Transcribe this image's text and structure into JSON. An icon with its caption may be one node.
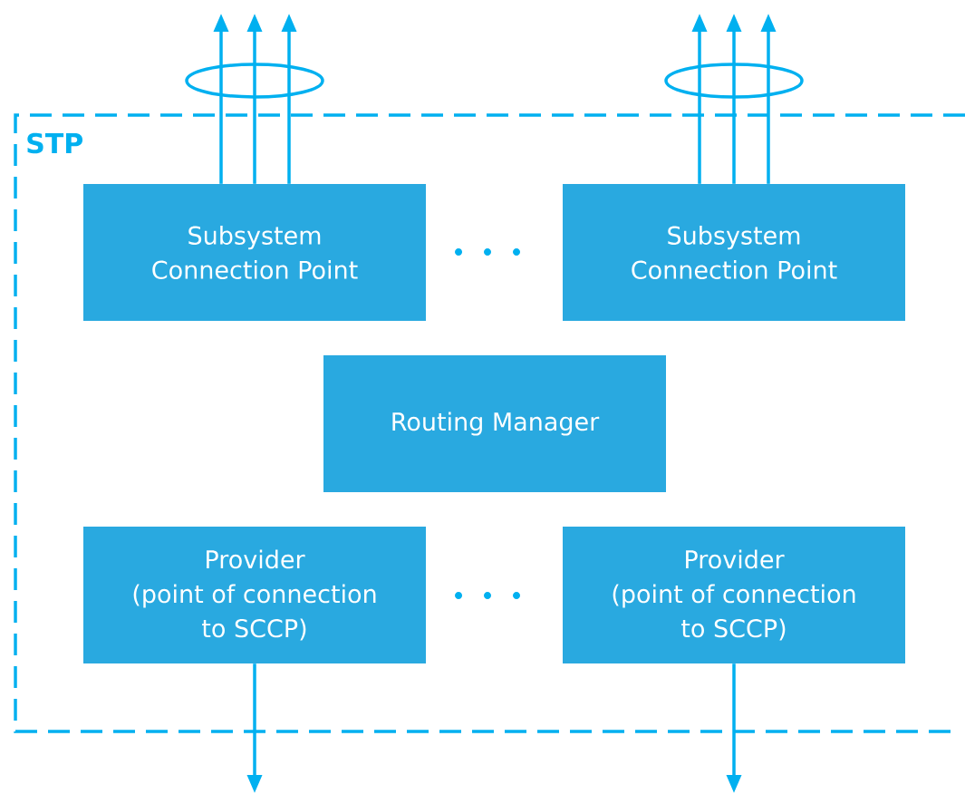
{
  "diagram": {
    "nodes": [
      {
        "text": [
          "STP"
        ]
      },
      {
        "text": [
          "Subsystem Connection Point"
        ],
        "in": 0
      },
      {
        "text": [
          "Subsystem Connection Point"
        ],
        "in": 0
      },
      {
        "text": [
          "Routing Manager"
        ],
        "in": 0
      },
      {
        "text": [
          "Provider",
          "(point of connection to SCCP)"
        ],
        "in": 0
      },
      {
        "text": [
          "Provider",
          "(point of connection to SCCP)"
        ],
        "in": 0
      },
      {
        "text": [],
        "shape": "ellipse"
      },
      {
        "text": [],
        "shape": "ellipse"
      }
    ],
    "edges": [
      {
        "from": 1,
        "to": null,
        "arrow": "to"
      },
      {
        "from": 1,
        "to": null,
        "arrow": "to"
      },
      {
        "from": 1,
        "to": null,
        "arrow": "to"
      },
      {
        "from": 2,
        "to": null,
        "arrow": "to"
      },
      {
        "from": 2,
        "to": null,
        "arrow": "to"
      },
      {
        "from": 2,
        "to": null,
        "arrow": "to"
      },
      {
        "from": 4,
        "to": null,
        "arrow": "to"
      },
      {
        "from": 5,
        "to": null,
        "arrow": "to"
      }
    ]
  }
}
